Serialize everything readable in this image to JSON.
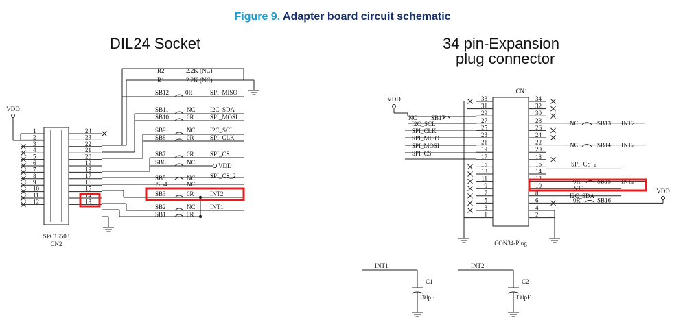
{
  "figure": {
    "number": "Figure 9.",
    "caption": "Adapter board circuit schematic"
  },
  "left": {
    "title": "DIL24 Socket",
    "part": "SPC15503",
    "ref": "CN2",
    "pins_left": [
      "1",
      "2",
      "3",
      "4",
      "5",
      "6",
      "7",
      "8",
      "9",
      "10",
      "11",
      "12"
    ],
    "pins_right": [
      "24",
      "23",
      "22",
      "21",
      "20",
      "19",
      "18",
      "17",
      "16",
      "15",
      "14",
      "13"
    ],
    "vdd": "VDD",
    "resistors": [
      {
        "name": "R2",
        "value": "2.2K (NC)"
      },
      {
        "name": "R1",
        "value": "2.2K (NC)"
      }
    ],
    "jumpers": [
      {
        "name": "SB12",
        "value": "0R",
        "net": "SPI_MISO"
      },
      {
        "name": "SB11",
        "value": "NC",
        "net": "I2C_SDA"
      },
      {
        "name": "SB10",
        "value": "0R",
        "net": "SPI_MOSI"
      },
      {
        "name": "SB9",
        "value": "NC",
        "net": "I2C_SCL"
      },
      {
        "name": "SB8",
        "value": "0R",
        "net": "SPI_CLK"
      },
      {
        "name": "SB7",
        "value": "0R",
        "net": "SPI_CS"
      },
      {
        "name": "SB6",
        "value": "NC",
        "net": "VDD"
      },
      {
        "name": "SB5",
        "value": "NC",
        "net": "SPI_CS_2"
      },
      {
        "name": "SB4",
        "value": "NC",
        "net": ""
      },
      {
        "name": "SB3",
        "value": "0R",
        "net": "INT2"
      },
      {
        "name": "SB2",
        "value": "NC",
        "net": "INT1"
      },
      {
        "name": "SB1",
        "value": "0R",
        "net": ""
      }
    ]
  },
  "right": {
    "title_line1": "34 pin-Expansion",
    "title_line2": "plug connector",
    "ref": "CN1",
    "part": "CON34-Plug",
    "vdd_left": "VDD",
    "vdd_right": "VDD",
    "pins_left": [
      "33",
      "31",
      "29",
      "27",
      "25",
      "23",
      "21",
      "19",
      "17",
      "15",
      "13",
      "11",
      "9",
      "7",
      "5",
      "3",
      "1"
    ],
    "pins_right": [
      "34",
      "32",
      "30",
      "28",
      "26",
      "24",
      "22",
      "20",
      "18",
      "16",
      "14",
      "12",
      "10",
      "8",
      "6",
      "4",
      "2"
    ],
    "left_nets": [
      {
        "name": "NC",
        "jumper": "SB17"
      },
      {
        "name": "I2C_SCL"
      },
      {
        "name": "SPI_CLK"
      },
      {
        "name": "SPI_MISO"
      },
      {
        "name": "SPI_MOSI"
      },
      {
        "name": "SPI_CS"
      }
    ],
    "right_nets": [
      {
        "pin": "28",
        "value": "NC",
        "jumper": "SB13",
        "net": "INT2"
      },
      {
        "pin": "22",
        "value": "NC",
        "jumper": "SB14",
        "net": "INT2"
      },
      {
        "pin": "16",
        "net": "SPI_CS_2"
      },
      {
        "pin": "12",
        "value": "0R",
        "jumper": "SB15",
        "net": "INT2"
      },
      {
        "pin": "10",
        "net": "INT1"
      },
      {
        "pin": "8",
        "net": "I2C_SDA"
      },
      {
        "pin": "6",
        "value": "0R",
        "jumper": "SB16"
      }
    ]
  },
  "capacitors": [
    {
      "net": "INT1",
      "name": "C1",
      "value": "330pF"
    },
    {
      "net": "INT2",
      "name": "C2",
      "value": "330pF"
    }
  ],
  "highlight_color": "#e02020"
}
